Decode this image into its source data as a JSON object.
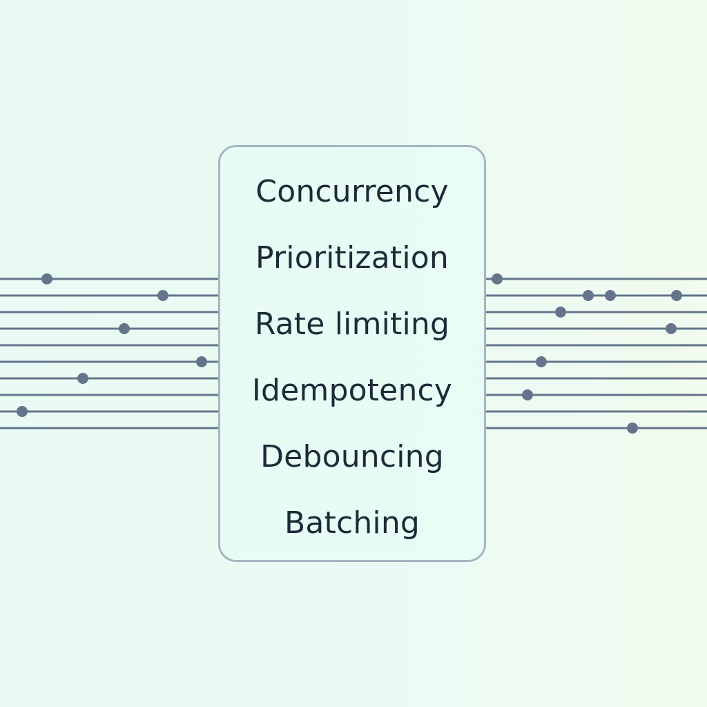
{
  "features": [
    {
      "label": "Concurrency"
    },
    {
      "label": "Prioritization"
    },
    {
      "label": "Rate limiting"
    },
    {
      "label": "Idempotency"
    },
    {
      "label": "Debouncing"
    },
    {
      "label": "Batching"
    }
  ],
  "colors": {
    "background": "#ecfbf3",
    "line": "#64748b",
    "dot": "#64748b",
    "panel_border": "#a5b6c2",
    "panel_fill": "#e8fbf4",
    "text": "#1c2b38"
  },
  "flow": {
    "lane_count": 10,
    "incoming_dots_per_lane": [
      [
        68
      ],
      [
        236
      ],
      [],
      [
        180
      ],
      [],
      [
        292
      ],
      [
        120
      ],
      [],
      [
        32
      ],
      []
    ],
    "outgoing_dots_per_lane": [
      [
        720
      ],
      [
        852,
        884,
        980
      ],
      [
        812
      ],
      [
        972
      ],
      [],
      [
        784
      ],
      [],
      [
        764
      ],
      [],
      [
        916
      ]
    ]
  }
}
